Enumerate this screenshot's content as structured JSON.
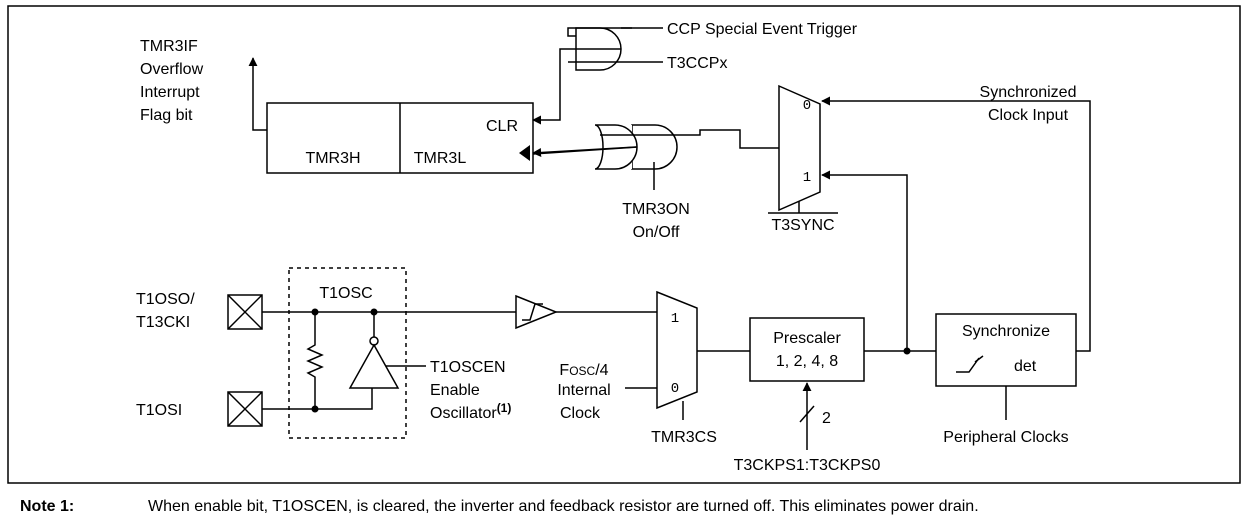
{
  "labels": {
    "tmr3if": "TMR3IF",
    "overflow": "Overflow",
    "interrupt": "Interrupt",
    "flag_bit": "Flag bit",
    "tmr3h": "TMR3H",
    "tmr3l": "TMR3L",
    "clr": "CLR",
    "ccp_trigger": "CCP Special Event Trigger",
    "t3ccpx": "T3CCPx",
    "tmr3on": "TMR3ON",
    "on_off": "On/Off",
    "mux0": "0",
    "mux1": "1",
    "t3sync": "T3SYNC",
    "synchronized": "Synchronized",
    "clock_input": "Clock Input",
    "t1osc": "T1OSC",
    "t1oso": "T1OSO/",
    "t13cki": "T13CKI",
    "t1osi": "T1OSI",
    "t1oscen": "T1OSCEN",
    "enable": "Enable",
    "oscillator": "Oscillator",
    "note_ref": "(1)",
    "fosc_f": "F",
    "fosc_osc": "OSC",
    "fosc_div": "/4",
    "internal": "Internal",
    "clock": "Clock",
    "tmr3cs": "TMR3CS",
    "prescaler": "Prescaler",
    "prescaler_values": "1, 2, 4, 8",
    "bus_width": "2",
    "t3ckps": "T3CKPS1:T3CKPS0",
    "synchronize": "Synchronize",
    "det": "det",
    "peripheral_clocks": "Peripheral Clocks"
  },
  "note": {
    "label": "Note  1:",
    "text": "When enable bit, T1OSCEN, is cleared, the inverter and feedback resistor are turned off. This eliminates power drain."
  }
}
